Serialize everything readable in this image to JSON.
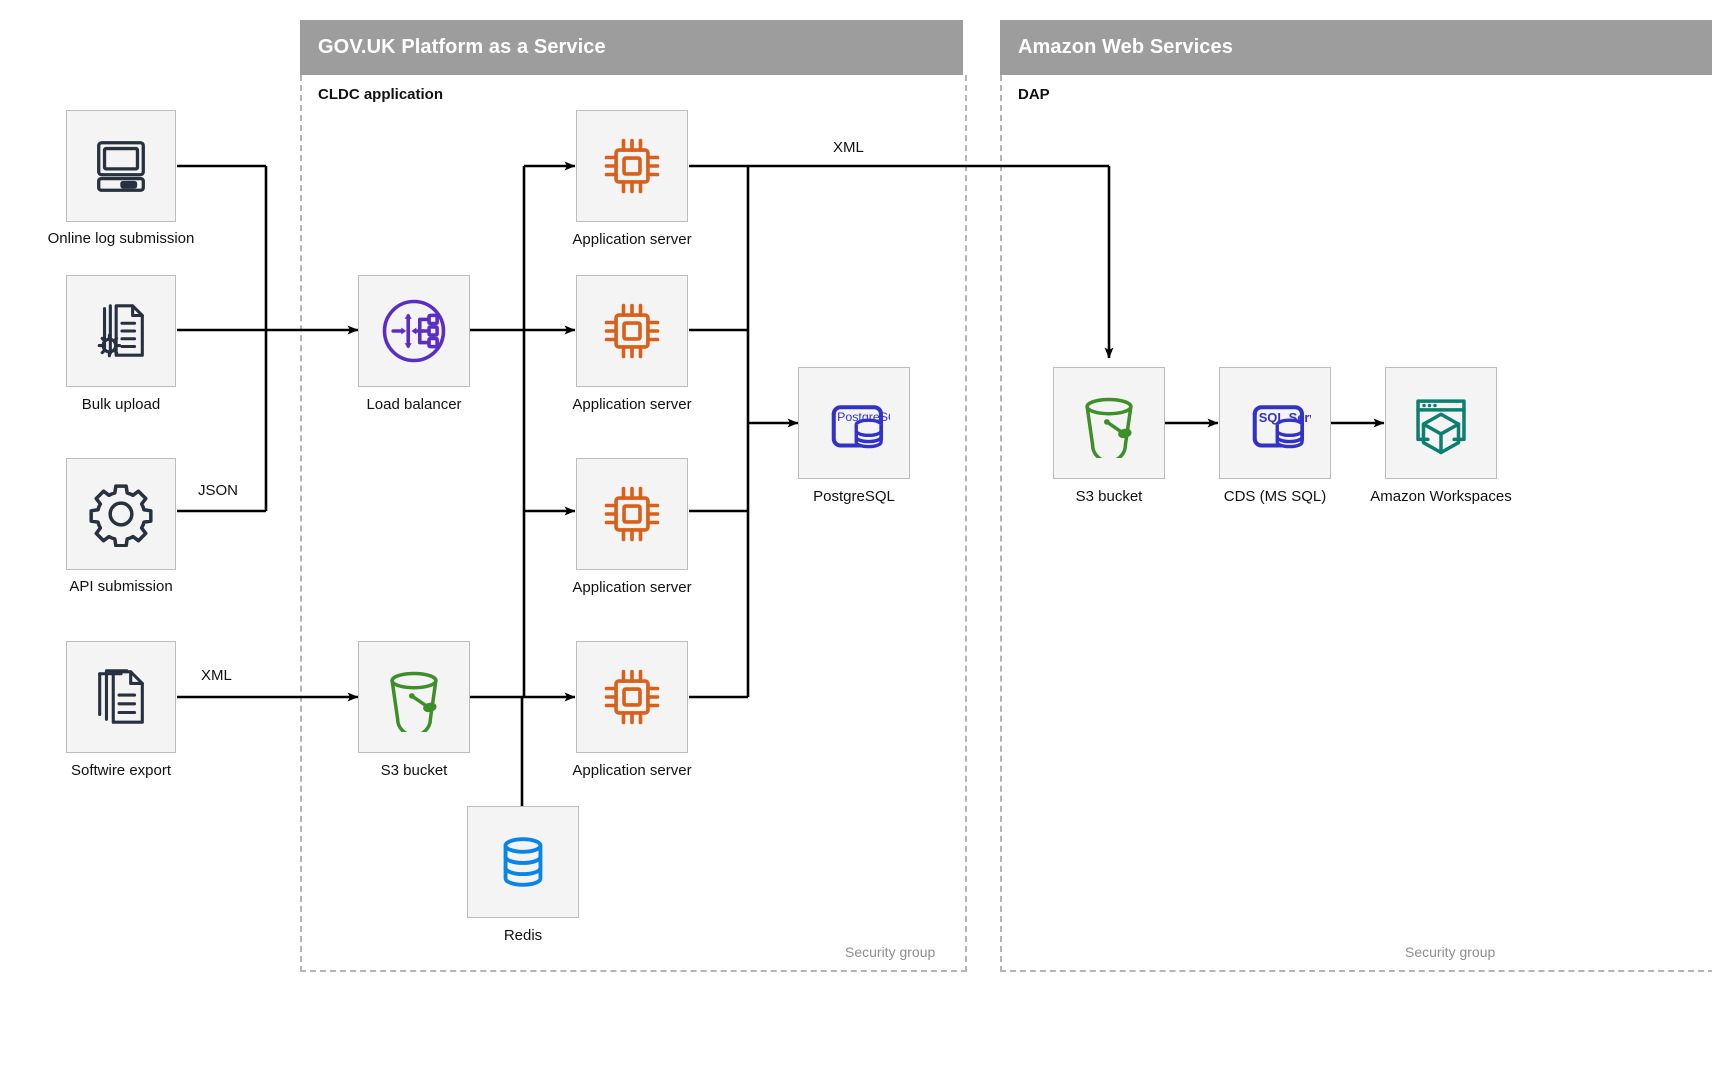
{
  "zones": [
    {
      "id": "paas",
      "title": "GOV.UK Platform as a Service",
      "sublabel": "CLDC application",
      "security_label": "Security group"
    },
    {
      "id": "aws",
      "title": "Amazon Web Services",
      "sublabel": "DAP",
      "security_label": "Security group"
    }
  ],
  "sources": [
    {
      "id": "online-log-submission",
      "label": "Online log submission",
      "icon": "desktop-computer-icon",
      "color": "#27313f"
    },
    {
      "id": "bulk-upload",
      "label": "Bulk upload",
      "icon": "document-gear-icon",
      "color": "#27313f"
    },
    {
      "id": "api-submission",
      "label": "API submission",
      "icon": "gear-icon",
      "color": "#27313f"
    },
    {
      "id": "softwire-export",
      "label": "Softwire export",
      "icon": "stacked-documents-icon",
      "color": "#27313f"
    }
  ],
  "paas_nodes": [
    {
      "id": "load-balancer",
      "label": "Load balancer",
      "icon": "load-balancer-icon",
      "color": "#5a2ec4"
    },
    {
      "id": "app-server-1",
      "label": "Application server",
      "icon": "cpu-chip-icon",
      "color": "#d9601a"
    },
    {
      "id": "app-server-2",
      "label": "Application server",
      "icon": "cpu-chip-icon",
      "color": "#d9601a"
    },
    {
      "id": "app-server-3",
      "label": "Application server",
      "icon": "cpu-chip-icon",
      "color": "#d9601a"
    },
    {
      "id": "app-server-4",
      "label": "Application server",
      "icon": "cpu-chip-icon",
      "color": "#d9601a"
    },
    {
      "id": "paas-s3-bucket",
      "label": "S3 bucket",
      "icon": "s3-bucket-icon",
      "color": "#3f8f29"
    },
    {
      "id": "redis",
      "label": "Redis",
      "icon": "database-cylinder-icon",
      "color": "#0b84e8"
    },
    {
      "id": "postgresql",
      "label": "PostgreSQL",
      "icon": "postgresql-icon",
      "color": "#3232c8",
      "badge": "PostgreSQL"
    }
  ],
  "aws_nodes": [
    {
      "id": "aws-s3-bucket",
      "label": "S3 bucket",
      "icon": "s3-bucket-icon",
      "color": "#3f8f29"
    },
    {
      "id": "cds-ms-sql",
      "label": "CDS (MS SQL)",
      "icon": "sql-server-icon",
      "color": "#3232c8",
      "badge": "SQL Server"
    },
    {
      "id": "amazon-workspaces",
      "label": "Amazon Workspaces",
      "icon": "workspaces-icon",
      "color": "#0d7f6e"
    }
  ],
  "edge_labels": [
    {
      "id": "json-label",
      "text": "JSON"
    },
    {
      "id": "xml-source-label",
      "text": "XML"
    },
    {
      "id": "xml-export-label",
      "text": "XML"
    }
  ],
  "colors": {
    "header_bar": "#9d9d9d",
    "zone_border": "#b4b4b4",
    "node_fill": "#f4f4f4",
    "node_border": "#bcbcbc",
    "wire": "#000000",
    "text": "#111111",
    "muted_text": "#8e8e8e"
  }
}
